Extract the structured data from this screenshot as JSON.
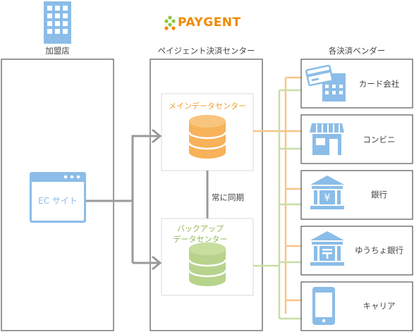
{
  "brand": {
    "name": "PAYGENT",
    "color_text": "#f08a00",
    "color_dots": "#8cc63f"
  },
  "merchant": {
    "title": "加盟店",
    "site_label": "EC サイト"
  },
  "center": {
    "title": "ペイジェント決済センター",
    "main_label": "メインデータセンター",
    "backup_label_line1": "バックアップ",
    "backup_label_line2": "データセンター",
    "sync_label": "常に同期"
  },
  "vendors": {
    "title": "各決済ベンダー",
    "items": [
      {
        "label": "カード会社",
        "icon": "credit-card-building-icon"
      },
      {
        "label": "コンビニ",
        "icon": "convenience-store-icon"
      },
      {
        "label": "銀行",
        "icon": "bank-yen-icon"
      },
      {
        "label": "ゆうちょ銀行",
        "icon": "post-bank-icon"
      },
      {
        "label": "キャリア",
        "icon": "smartphone-icon"
      }
    ]
  },
  "colors": {
    "icon_blue": "#8bbde8",
    "main_accent": "#f7b25a",
    "backup_accent": "#b7d38c",
    "arrow_gray": "#9a9a9a",
    "box_border": "#333333"
  }
}
